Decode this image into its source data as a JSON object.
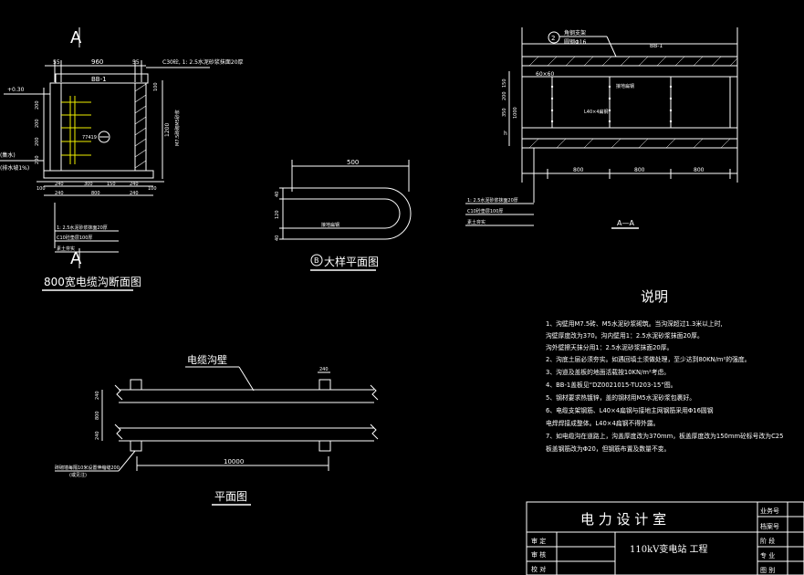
{
  "section_800": {
    "section_mark": "A",
    "title": "800宽电缆沟断面图",
    "top_dims": [
      "55",
      "960",
      "55"
    ],
    "top_note": "C30砼, 1: 2.5水泥砂浆抹面20厚",
    "slab_label": "BB-1",
    "right_dims": [
      "100",
      "1200",
      "100"
    ],
    "right_note": "M7.5砖砌M5砂浆",
    "left_dims": [
      "200",
      "200",
      "200",
      "200"
    ],
    "left_level": "+0.30",
    "bracket_label": "77419",
    "bottom_dims_row1": [
      "100",
      "240",
      "300",
      "150",
      "240",
      "100"
    ],
    "bottom_dims_row2": [
      "240",
      "800",
      "240"
    ],
    "layers": [
      "1: 2.5水泥砂浆抹面20厚",
      "C10砼垫层100厚",
      "素土夯实"
    ],
    "left_notes": [
      "(集水)",
      "(排水坡1%)"
    ]
  },
  "detail_b": {
    "label_circle": "B",
    "title": "大样平面图",
    "top_dim": "500",
    "left_dims": [
      "40",
      "120",
      "40"
    ],
    "inner_label": "接地扁钢"
  },
  "section_aa": {
    "top_note_circle": "2",
    "top_note": "角钢支架",
    "top_note2": "圆钢Φ16",
    "slab_label": "BB-1",
    "dim_6060": "60×60",
    "left_dims": [
      "150",
      "200",
      "350",
      "1000",
      "h"
    ],
    "inner_labels": [
      "接地扁钢",
      "L40×4扁钢"
    ],
    "bottom_dims": [
      "800",
      "800",
      "800"
    ],
    "layers": [
      "1: 2.5水泥砂浆抹面20厚",
      "C10砼垫层100厚",
      "素土夯实"
    ],
    "title": "A—A"
  },
  "notes": {
    "title": "说明",
    "items": [
      "1、沟壁用M7.5砖、M5水泥砂浆砌筑。当沟深超过1.3米以上时,",
      "   沟壁厚度改为370。沟内壁用1：2.5水泥砂浆抹面20厚。",
      "   沟外壁擦天抹分用1：2.5水泥砂浆抹面20厚。",
      "2、沟底土层必须夯实。如遇回填土须做处理，至少达到80KN/m²的强度。",
      "3、沟道及盖板的地面活载按10KN/m²考虑。",
      "4、BB-1盖板见“DZ0021015-TU203-15”图。",
      "5、钢材要求热镀锌，盖的钢材用M5水泥砂浆包裹好。",
      "6、电缆支架钢筋、L40×4扁钢与接地主网钢筋采用Φ16圆钢",
      "   电焊焊接成整体。L40×4扁钢不得外露。",
      "7、如电缆沟在道路上，沟盖厚度改为370mm，板盖厚度改为150mm砼标号改为C25",
      "   板盖钢筋改为Φ20，但钢筋布置及数量不变。"
    ]
  },
  "plan": {
    "wall_label": "电缆沟壁",
    "title": "平面图",
    "length_dim": "10000",
    "top_right_dim": "240",
    "left_dims": [
      "240",
      "800",
      "240"
    ],
    "left_note_1": "砖砌墙每隔10米设置伸缩缝200",
    "left_note_2": "(或见注)"
  },
  "title_block": {
    "office": "电 力 设 计 室",
    "project": "110kV变电站  工程",
    "left_labels": [
      "审 定",
      "审 核",
      "校 对"
    ],
    "right_labels": [
      "业务号",
      "档案号",
      "阶 段",
      "专 业",
      "图 别"
    ]
  }
}
